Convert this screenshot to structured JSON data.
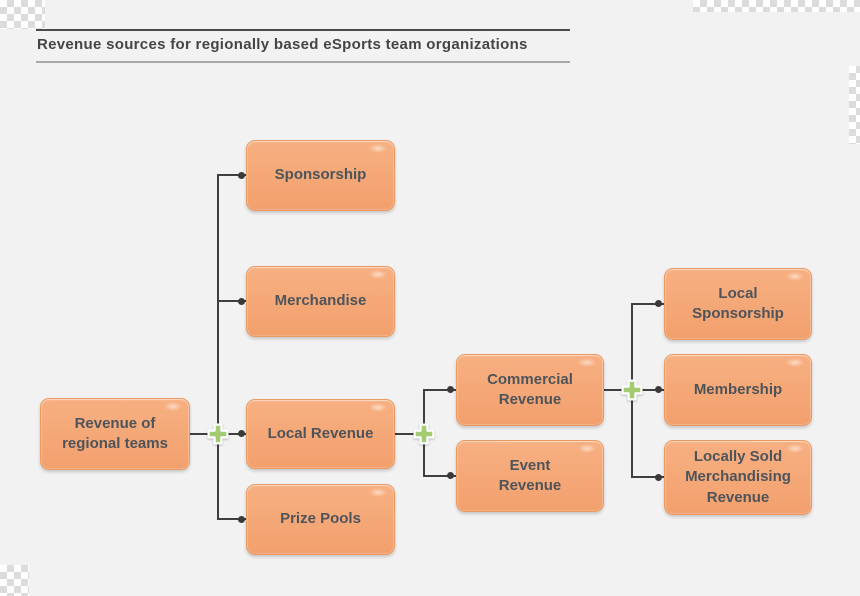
{
  "header": {
    "title": "Revenue sources for regionally based eSports team organizations"
  },
  "diagram": {
    "root": {
      "label": "Revenue of regional teams"
    },
    "level1": [
      {
        "label": "Sponsorship"
      },
      {
        "label": "Merchandise"
      },
      {
        "label": "Local Revenue"
      },
      {
        "label": "Prize Pools"
      }
    ],
    "level2": [
      {
        "label": "Commercial Revenue"
      },
      {
        "label": "Event Revenue"
      }
    ],
    "level3": [
      {
        "label": "Local Sponsorship"
      },
      {
        "label": "Membership"
      },
      {
        "label": "Locally Sold Merchandising Revenue"
      }
    ]
  },
  "colors": {
    "background": "#f2f2f2",
    "box_fill": "#f5a876",
    "box_border": "#ea9a61",
    "box_text": "#4e545a",
    "connector_line": "#3f3f3f",
    "plus_green": "#a3cb72",
    "title_text": "#454545"
  },
  "icons": {
    "plus_icon_glyph": "✚",
    "junction_dot_glyph": "•"
  }
}
